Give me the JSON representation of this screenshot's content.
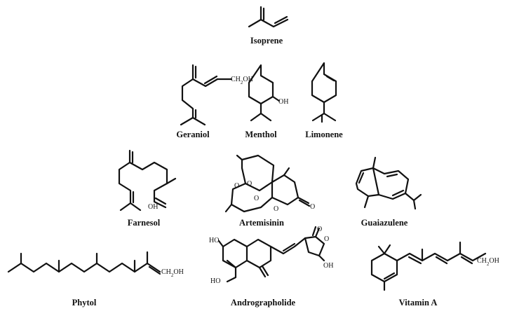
{
  "figure": {
    "molecules": [
      {
        "id": "isoprene",
        "name": "Isoprene",
        "atom_labels": []
      },
      {
        "id": "geraniol",
        "name": "Geraniol",
        "atom_labels": [
          "CH2OH"
        ]
      },
      {
        "id": "menthol",
        "name": "Menthol",
        "atom_labels": [
          "OH"
        ]
      },
      {
        "id": "limonene",
        "name": "Limonene",
        "atom_labels": []
      },
      {
        "id": "farnesol",
        "name": "Farnesol",
        "atom_labels": [
          "OH"
        ]
      },
      {
        "id": "artemisinin",
        "name": "Artemisinin",
        "atom_labels": [
          "O",
          "O",
          "O",
          "O",
          "O"
        ]
      },
      {
        "id": "guaiazulene",
        "name": "Guaiazulene",
        "atom_labels": []
      },
      {
        "id": "phytol",
        "name": "Phytol",
        "atom_labels": [
          "CH2OH"
        ]
      },
      {
        "id": "andrographolide",
        "name": "Andrographolide",
        "atom_labels": [
          "HO",
          "HO",
          "O",
          "O",
          "OH"
        ]
      },
      {
        "id": "vitamin-a",
        "name": "Vitamin A",
        "atom_labels": [
          "CH2OH"
        ]
      }
    ]
  }
}
